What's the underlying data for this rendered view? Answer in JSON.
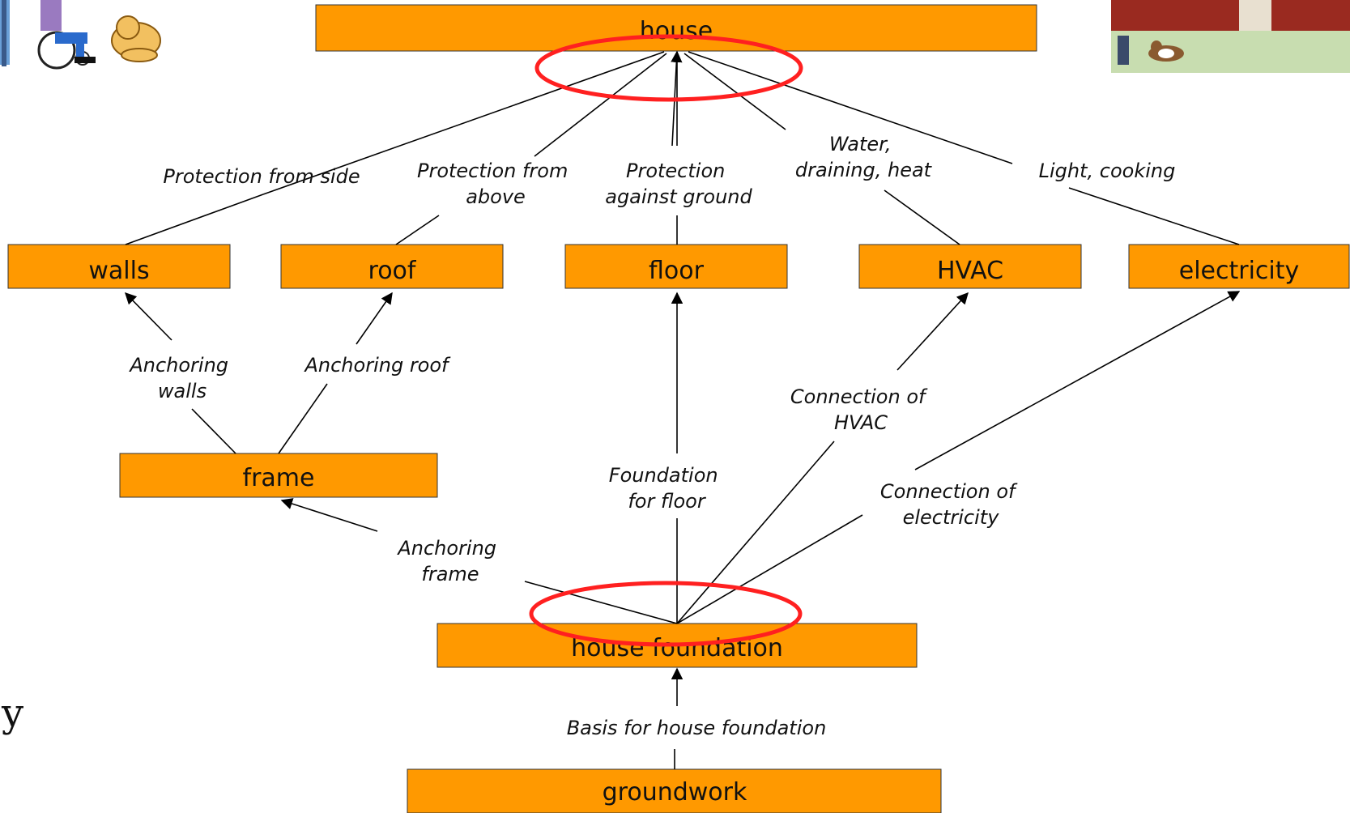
{
  "nodes": {
    "house": "house",
    "walls": "walls",
    "roof": "roof",
    "floor": "floor",
    "hvac": "HVAC",
    "electricity": "electricity",
    "frame": "frame",
    "house_foundation": "house foundation",
    "groundwork": "groundwork"
  },
  "edges": {
    "protection_from_side": [
      "Protection from side"
    ],
    "protection_from_above": [
      "Protection from",
      "above"
    ],
    "protection_against_ground": [
      "Protection",
      "against ground"
    ],
    "water_draining_heat": [
      "Water,",
      "draining, heat"
    ],
    "light_cooking": [
      "Light, cooking"
    ],
    "anchoring_walls": [
      "Anchoring",
      "walls"
    ],
    "anchoring_roof": [
      "Anchoring roof"
    ],
    "connection_of_hvac": [
      "Connection of",
      "HVAC"
    ],
    "foundation_for_floor": [
      "Foundation",
      "for floor"
    ],
    "connection_of_electricity": [
      "Connection of",
      "electricity"
    ],
    "anchoring_frame": [
      "Anchoring",
      "frame"
    ],
    "basis_for_house_foundation": [
      "Basis for house foundation"
    ]
  },
  "side_text": "y",
  "colors": {
    "box_fill": "#ff9900",
    "highlight": "#ff2020"
  },
  "icons": [
    "people-wheelchair-dog-illustration",
    "house-dog-illustration"
  ]
}
